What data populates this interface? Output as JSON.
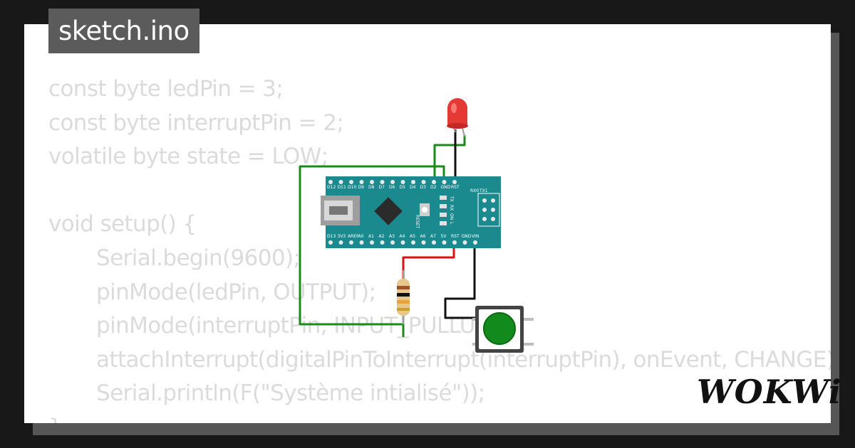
{
  "title": "sketch.ino",
  "brand": "WOKWi",
  "code_lines": [
    {
      "text": "const byte ledPin = 3;",
      "indent": false
    },
    {
      "text": "const byte interruptPin = 2;",
      "indent": false
    },
    {
      "text": "volatile byte state = LOW;",
      "indent": false
    },
    {
      "text": "",
      "indent": false
    },
    {
      "text": "void setup() {",
      "indent": false
    },
    {
      "text": "Serial.begin(9600);",
      "indent": true
    },
    {
      "text": "pinMode(ledPin, OUTPUT);",
      "indent": true
    },
    {
      "text": "pinMode(interruptPin, INPUT_PULLUP);",
      "indent": true
    },
    {
      "text": "attachInterrupt(digitalPinToInterrupt(interruptPin), onEvent, CHANGE);",
      "indent": true
    },
    {
      "text": "Serial.println(F(\"Système intialisé\"));",
      "indent": true
    },
    {
      "text": "}",
      "indent": false
    }
  ],
  "board": {
    "top_pins": [
      "D12",
      "D11",
      "D10",
      "D9",
      "D8",
      "D7",
      "D6",
      "D5",
      "D4",
      "D3",
      "D2",
      "GND",
      "RST"
    ],
    "bottom_pins": [
      "D13",
      "3V3",
      "AREF",
      "A0",
      "A1",
      "A2",
      "A3",
      "A4",
      "A5",
      "A6",
      "A7",
      "5V",
      "RST",
      "GND",
      "VIN"
    ],
    "labels": {
      "rx0": "RX0",
      "tx1": "TX1",
      "reset": "RESET",
      "tx": "TX",
      "rx": "RX",
      "on": "ON",
      "l": "L"
    }
  },
  "colors": {
    "board": "#1b8a8f",
    "wire_green": "#1a8a1a",
    "wire_black": "#111111",
    "wire_red": "#e01010",
    "led": "#e53935",
    "button_cap": "#138a1c"
  }
}
